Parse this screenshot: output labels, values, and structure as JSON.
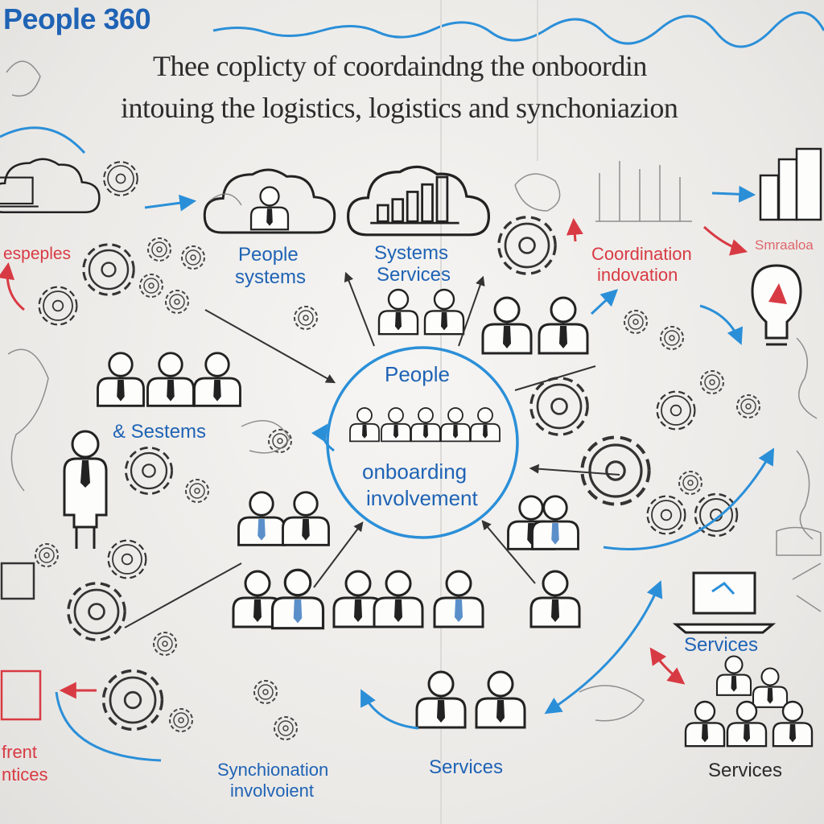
{
  "header": {
    "brand": "People 360",
    "line1": "Thee coplicty of coordaindng the onboordin",
    "line2": "intouing the logistics, logistics and synchoniazion"
  },
  "center": {
    "title": "People",
    "line1": "onboarding",
    "line2": "involvement"
  },
  "labels": {
    "people_systems_1": "People",
    "people_systems_2": "systems",
    "systems_services_1": "Systems",
    "systems_services_2": "Services",
    "coordination_1": "Coordination",
    "coordination_2": "indovation",
    "espeples": "espeples",
    "smraaloa": "Smraaloa",
    "and_sestems": "& Sestems",
    "services_right": "Services",
    "services_bottom": "Services",
    "services_bottom_right": "Services",
    "synchronation_1": "Synchionation",
    "synchronation_2": "involvoient",
    "different_1": "frent",
    "different_2": "ntices"
  },
  "colors": {
    "ink": "#222222",
    "blue": "#1f63b5",
    "light_blue": "#2b8fd8",
    "red": "#d83a43"
  }
}
